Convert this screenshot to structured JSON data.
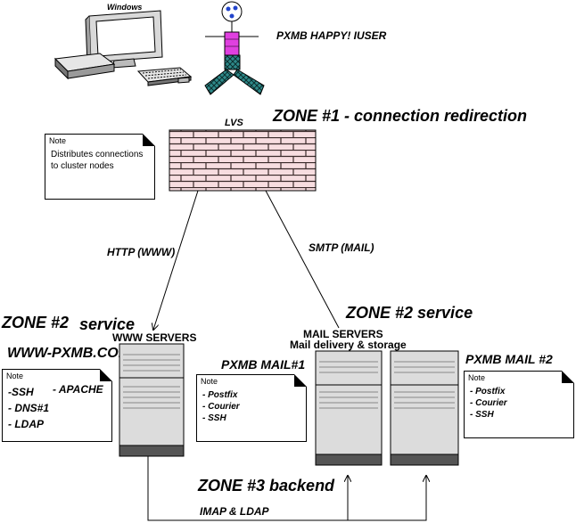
{
  "nodes": {
    "windows_label": "Windows",
    "user_label": "PXMB HAPPY! IUSER",
    "lvs_label": "LVS",
    "www_servers_label": "WWW SERVERS",
    "www_host_label": "WWW-PXMB.COM",
    "mail_servers_label": "MAIL SERVERS",
    "mail_servers_sub": "Mail delivery & storage",
    "mail1_label": "PXMB MAIL#1",
    "mail2_label": "PXMB MAIL #2"
  },
  "zones": {
    "zone1": "ZONE #1  - connection redirection",
    "zone2_left_a": "ZONE #2",
    "zone2_left_b": "service",
    "zone2_right": "ZONE #2 service",
    "zone3": "ZONE #3 backend"
  },
  "edges": {
    "http": "HTTP (WWW)",
    "smtp": "SMTP (MAIL)",
    "imap": "IMAP & LDAP"
  },
  "notes": {
    "lvs": {
      "title": "Note",
      "lines": [
        "Distributes connections",
        "to  cluster nodes"
      ]
    },
    "www": {
      "title": "Note",
      "col1": [
        "-SSH",
        "- DNS#1",
        "- LDAP"
      ],
      "col2": "- APACHE"
    },
    "mail1": {
      "title": "Note",
      "lines": [
        "- Postfix",
        "- Courier",
        "- SSH"
      ]
    },
    "mail2": {
      "title": "Note",
      "lines": [
        "- Postfix",
        "- Courier",
        "- SSH"
      ]
    }
  },
  "colors": {
    "brick": "#f7dde0",
    "mortar": "#3a2a2a",
    "server_light": "#dcdcdc",
    "server_dark": "#555555",
    "user_torso": "#e040e0",
    "user_legs": "#2e8a8a"
  }
}
